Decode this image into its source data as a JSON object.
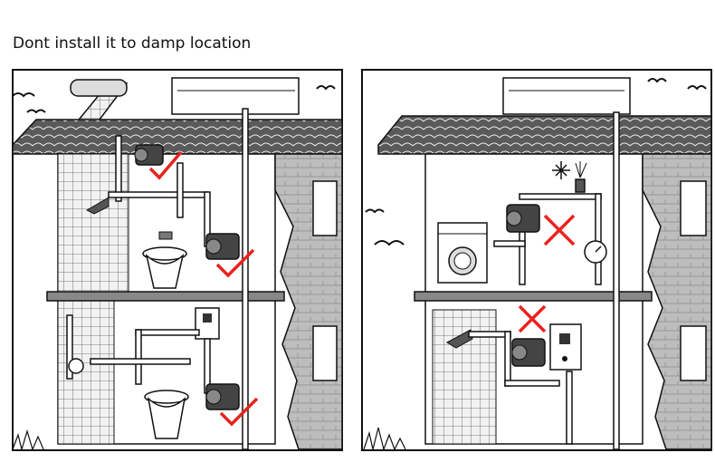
{
  "heading": "Dont install it to damp location",
  "colors": {
    "ok_mark": "#e8231f",
    "bad_mark": "#e8231f",
    "outline": "#111111",
    "wall_gray": "#b5b5b5",
    "tile_gray": "#c9c9c9"
  },
  "panels": [
    {
      "id": "correct-installation",
      "pump_locations": [
        {
          "place": "beside water tank on roof",
          "verdict": "correct"
        },
        {
          "place": "beside washbasin, upper floor",
          "verdict": "correct"
        },
        {
          "place": "beside washbasin, lower floor",
          "verdict": "correct"
        }
      ]
    },
    {
      "id": "incorrect-installation",
      "pump_locations": [
        {
          "place": "near washing machine",
          "verdict": "wrong"
        },
        {
          "place": "above water heater / shower",
          "verdict": "wrong"
        }
      ]
    }
  ]
}
